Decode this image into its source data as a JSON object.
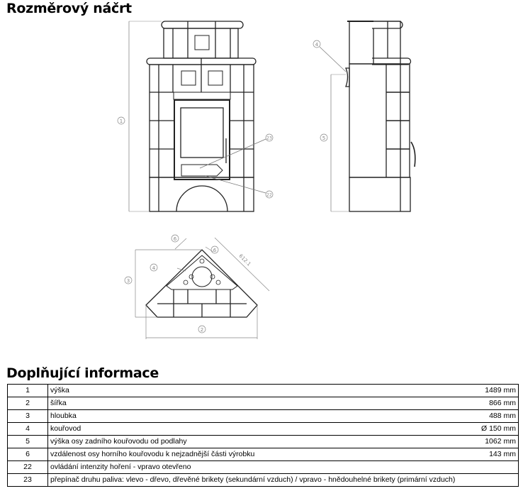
{
  "title": "Rozměrový náčrt",
  "section_title": "Doplňující informace",
  "drawing_labels": {
    "dim1": "1",
    "dim2": "2",
    "dim3": "3",
    "dim4": "4",
    "dim5": "5",
    "dim6": "6",
    "ctrl22": "22",
    "ctrl23": "23",
    "diag": "612.1"
  },
  "rows": [
    {
      "num": "1",
      "desc": "výška",
      "value": "1489 mm"
    },
    {
      "num": "2",
      "desc": "šířka",
      "value": "866 mm"
    },
    {
      "num": "3",
      "desc": "hloubka",
      "value": "488 mm"
    },
    {
      "num": "4",
      "desc": "kouřovod",
      "value": "Ø 150 mm"
    },
    {
      "num": "5",
      "desc": "výška osy zadního kouřovodu od podlahy",
      "value": "1062 mm"
    },
    {
      "num": "6",
      "desc": "vzdálenost osy horního kouřovodu k nejzadnější části výrobku",
      "value": "143 mm"
    },
    {
      "num": "22",
      "desc": "ovládání intenzity hoření - vpravo otevřeno",
      "value": ""
    },
    {
      "num": "23",
      "desc": "přepínač druhu paliva: vlevo - dřevo, dřevěné brikety (sekundární vzduch) / vpravo - hnědouhelné brikety (primární vzduch)",
      "value": ""
    }
  ]
}
